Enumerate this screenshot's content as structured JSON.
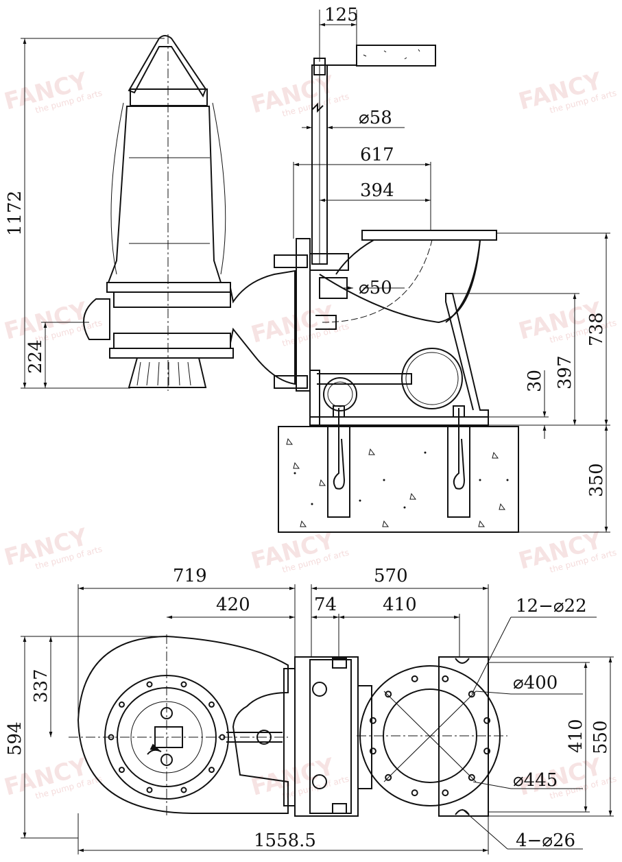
{
  "watermark": {
    "brand": "FANCY",
    "tagline": "the pump of arts"
  },
  "side_view": {
    "dimensions": {
      "d125": "125",
      "d58": "⌀58",
      "d617": "617",
      "d394": "394",
      "d50": "⌀50",
      "d1172": "1172",
      "d224": "224",
      "d738": "738",
      "d397": "397",
      "d30": "30",
      "d350": "350"
    }
  },
  "plan_view": {
    "dimensions": {
      "d719": "719",
      "d570": "570",
      "d420": "420",
      "d74": "74",
      "d410_top": "410",
      "d12_22": "12−⌀22",
      "d400": "⌀400",
      "d445": "⌀445",
      "d4_26": "4−⌀26",
      "d337": "337",
      "d594": "594",
      "d410_right": "410",
      "d550": "550",
      "d1558": "1558.5"
    }
  }
}
